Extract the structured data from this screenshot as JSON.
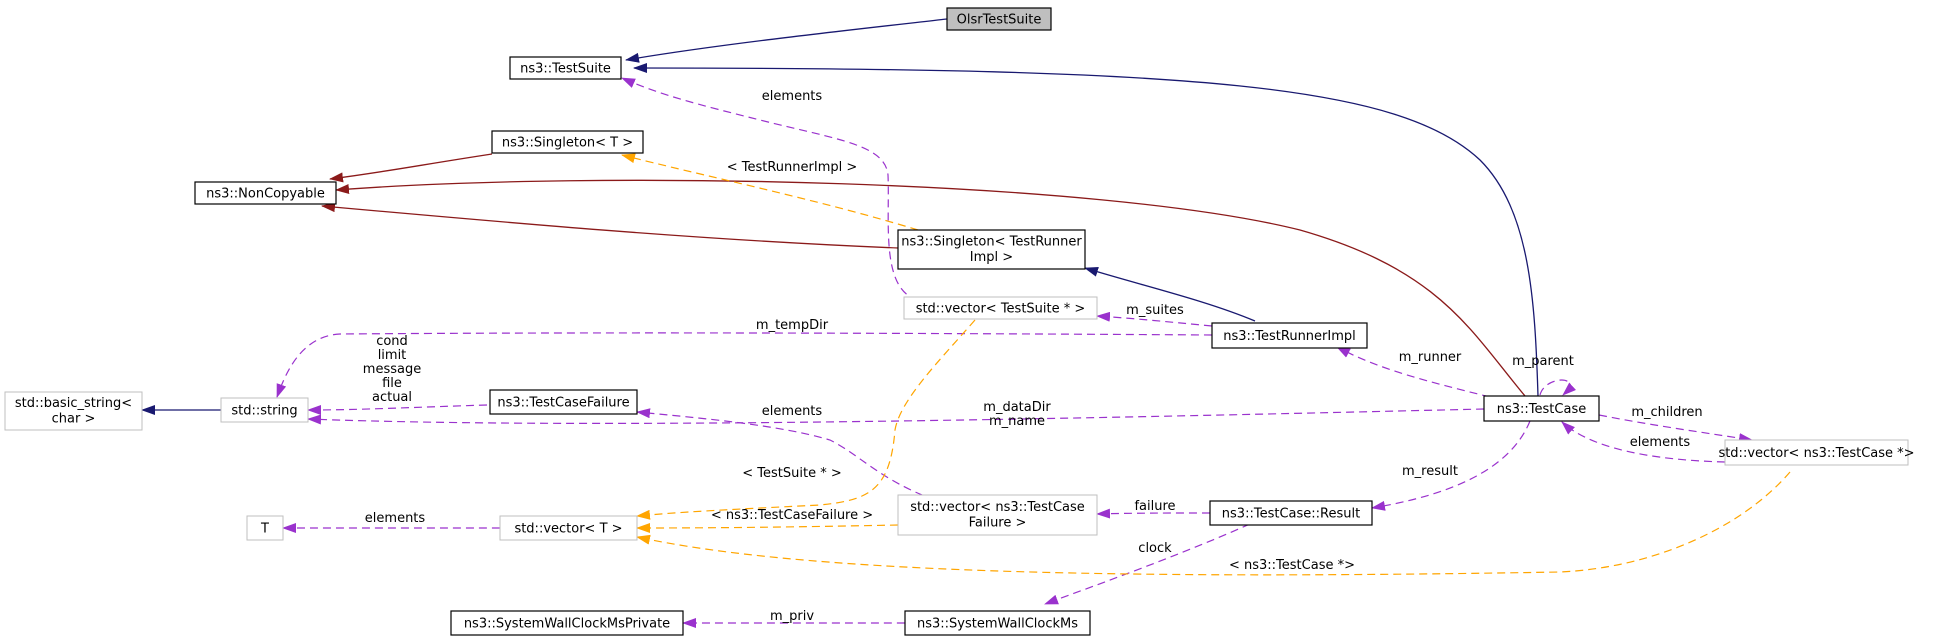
{
  "nodes": {
    "olsr_test_suite": [
      "OlsrTestSuite"
    ],
    "test_suite": [
      "ns3::TestSuite"
    ],
    "singleton_t": [
      "ns3::Singleton< T >"
    ],
    "non_copyable": [
      "ns3::NonCopyable"
    ],
    "singleton_runner": [
      "ns3::Singleton< TestRunner",
      "Impl >"
    ],
    "vector_testsuite": [
      "std::vector< TestSuite * >"
    ],
    "test_runner_impl": [
      "ns3::TestRunnerImpl"
    ],
    "basic_string": [
      "std::basic_string<",
      "char >"
    ],
    "std_string": [
      "std::string"
    ],
    "test_case_failure": [
      "ns3::TestCaseFailure"
    ],
    "test_case": [
      "ns3::TestCase"
    ],
    "vector_testcase": [
      "std::vector< ns3::TestCase *>"
    ],
    "t_param": [
      "T"
    ],
    "vector_t": [
      "std::vector< T >"
    ],
    "vector_failure": [
      "std::vector< ns3::TestCase",
      "Failure >"
    ],
    "test_case_result": [
      "ns3::TestCase::Result"
    ],
    "wall_clock_private": [
      "ns3::SystemWallClockMsPrivate"
    ],
    "wall_clock": [
      "ns3::SystemWallClockMs"
    ]
  },
  "edge_labels": {
    "elements_suite": "elements",
    "testrunnerimpl_tmpl": "< TestRunnerImpl >",
    "m_suites": "m_suites",
    "m_tempdir": "m_tempDir",
    "string_members": [
      "cond",
      "limit",
      "message",
      "file",
      "actual"
    ],
    "m_runner": "m_runner",
    "m_parent": "m_parent",
    "elements_failure": "elements",
    "m_datadir": "m_dataDir",
    "m_name": "m_name",
    "m_children": "m_children",
    "elements_testcase": "elements",
    "testsuite_ptr_tmpl": "< TestSuite * >",
    "m_result": "m_result",
    "elements_t": "elements",
    "failure_tmpl": "< ns3::TestCaseFailure >",
    "failure": "failure",
    "clock": "clock",
    "testcase_ptr_tmpl": "< ns3::TestCase *>",
    "m_priv": "m_priv"
  },
  "colors": {
    "inheritance": "#191970",
    "private_inheritance": "#8b1a1a",
    "usage": "#9a32cd",
    "template": "#ffa500",
    "focus_fill": "#bfbfbf",
    "external_border": "#bfbfbf"
  }
}
